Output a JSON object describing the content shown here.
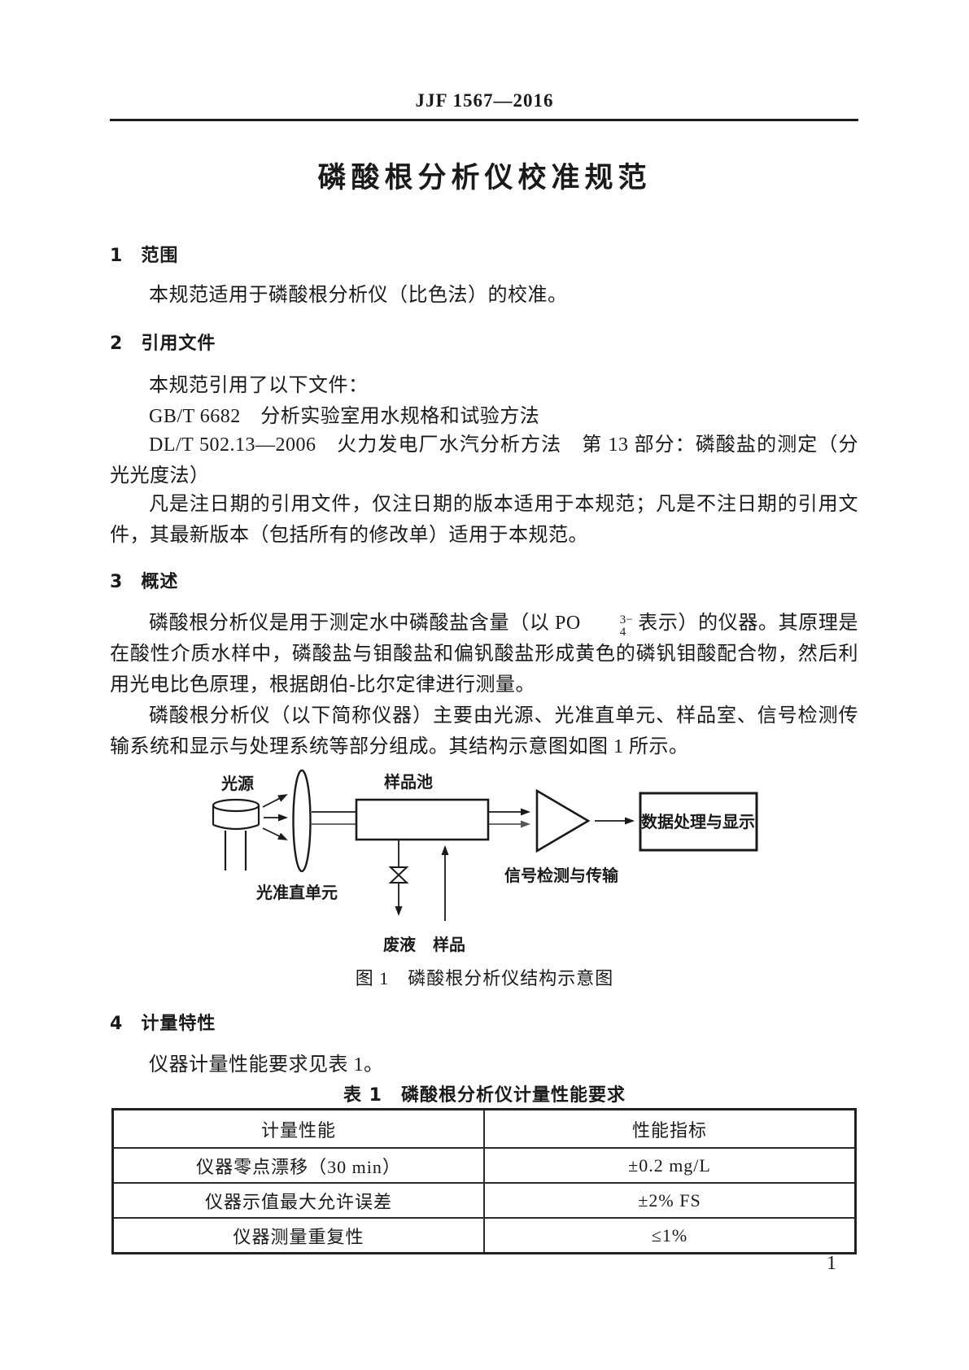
{
  "page": {
    "header": "JJF 1567—2016",
    "title": "磷酸根分析仪校准规范",
    "page_number": "1"
  },
  "sections": {
    "s1": {
      "num": "1",
      "title": "范围",
      "body": "本规范适用于磷酸根分析仪（比色法）的校准。"
    },
    "s2": {
      "num": "2",
      "title": "引用文件",
      "intro": "本规范引用了以下文件：",
      "ref1": "GB/T 6682　分析实验室用水规格和试验方法",
      "ref2": "DL/T 502.13—2006　火力发电厂水汽分析方法　第 13 部分：磷酸盐的测定（分光光度法）",
      "note": "凡是注日期的引用文件，仅注日期的版本适用于本规范；凡是不注日期的引用文件，其最新版本（包括所有的修改单）适用于本规范。"
    },
    "s3": {
      "num": "3",
      "title": "概述",
      "p1a": "磷酸根分析仪是用于测定水中磷酸盐含量（以 PO",
      "po4_sup": "3−",
      "po4_sub": "4",
      "p1b": " 表示）的仪器。其原理是在酸性介质水样中，磷酸盐与钼酸盐和偏钒酸盐形成黄色的磷钒钼酸配合物，然后利用光电比色原理，根据朗伯-比尔定律进行测量。",
      "p2": "磷酸根分析仪（以下简称仪器）主要由光源、光准直单元、样品室、信号检测传输系统和显示与处理系统等部分组成。其结构示意图如图 1 所示。"
    },
    "s4": {
      "num": "4",
      "title": "计量特性",
      "body": "仪器计量性能要求见表 1。"
    }
  },
  "figure": {
    "labels": {
      "light_source": "光源",
      "collimator": "光准直单元",
      "sample_cell": "样品池",
      "signal_detect": "信号检测与传输",
      "processing": "数据处理与显示",
      "waste": "废液",
      "sample": "样品"
    },
    "caption": "图 1　磷酸根分析仪结构示意图"
  },
  "table": {
    "title": "表 1　磷酸根分析仪计量性能要求",
    "headers": [
      "计量性能",
      "性能指标"
    ],
    "rows": [
      [
        "仪器零点漂移（30 min）",
        "±0.2 mg/L"
      ],
      [
        "仪器示值最大允许误差",
        "±2% FS"
      ],
      [
        "仪器测量重复性",
        "≤1%"
      ]
    ]
  }
}
